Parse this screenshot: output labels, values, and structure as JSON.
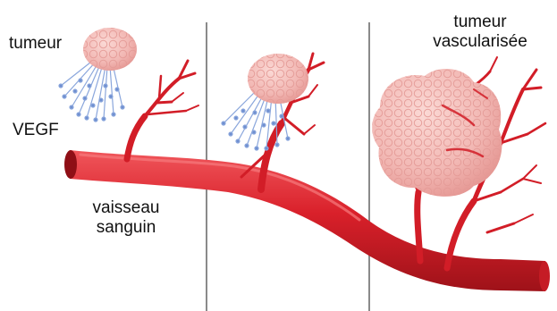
{
  "labels": {
    "tumeur": "tumeur",
    "vegf": "VEGF",
    "vaisseau_line1": "vaisseau",
    "vaisseau_line2": "sanguin",
    "tumeur_vasc_line1": "tumeur",
    "tumeur_vasc_line2": "vascularisée"
  },
  "colors": {
    "vessel": "#d9202a",
    "vessel_dark": "#a8141c",
    "vessel_light": "#ef4a4f",
    "tumor": "#f2b8b4",
    "tumor_edge": "#e3918d",
    "tumor_cell": "#eda6a2",
    "vegf": "#7f9ed9",
    "divider": "#8a8a8a"
  }
}
